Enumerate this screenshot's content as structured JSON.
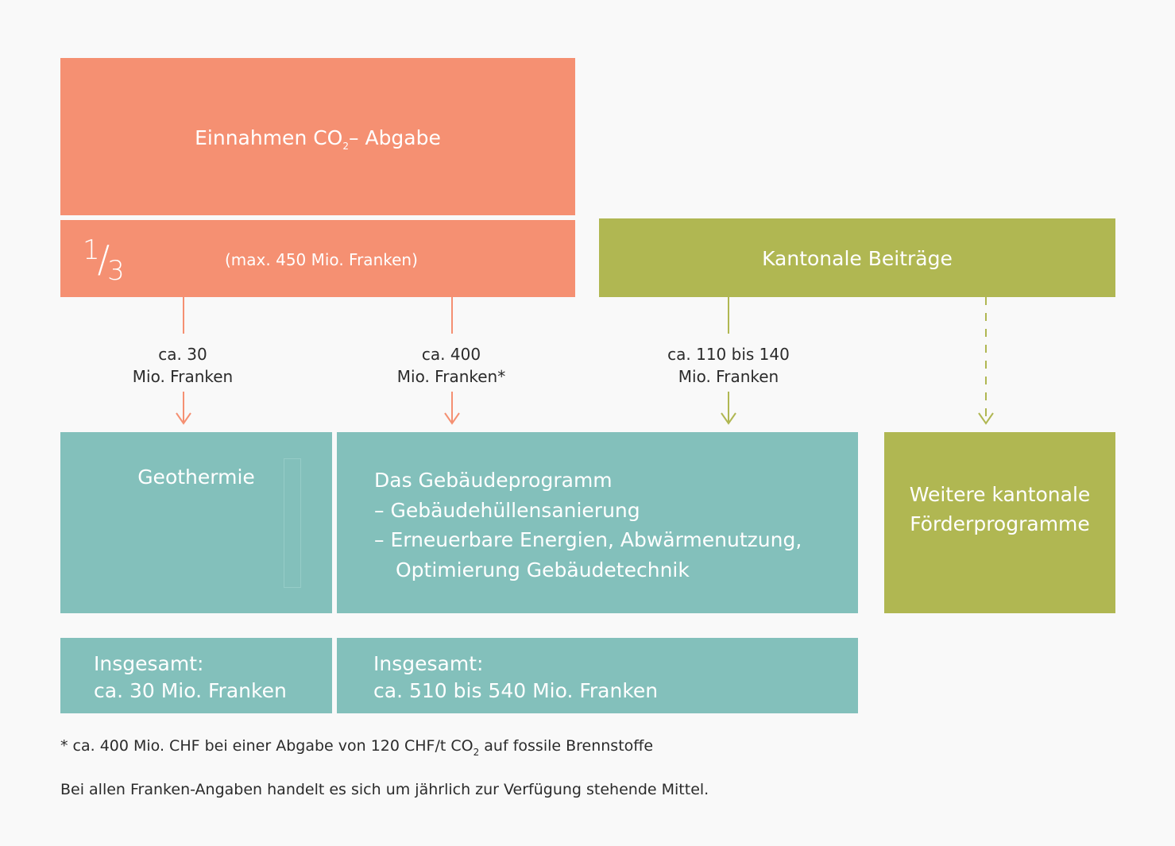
{
  "colors": {
    "salmon": "#f59072",
    "olive": "#b0b752",
    "teal": "#83c0bb",
    "background": "#f9f9f9"
  },
  "co2_box": {
    "title_prefix": "Einnahmen CO",
    "title_sub": "2",
    "title_suffix": "– Abgabe"
  },
  "third_box": {
    "fraction_num": "1",
    "fraction_den": "3",
    "max_text": "(max. 450 Mio. Franken)"
  },
  "kanton_box": {
    "title": "Kantonale Beiträge"
  },
  "flows": {
    "geo": {
      "line1": "ca. 30",
      "line2": "Mio. Franken"
    },
    "gp": {
      "line1": "ca. 400",
      "line2": "Mio. Franken*"
    },
    "kanton": {
      "line1": "ca. 110 bis 140",
      "line2": "Mio. Franken"
    }
  },
  "geo_box": {
    "title": "Geothermie"
  },
  "gp_box": {
    "title": "Das Gebäudeprogramm",
    "item1": "– Gebäudehüllensanierung",
    "item2": "– Erneuerbare Energien, Abwärmenutzung,",
    "item2_cont": "Optimierung Gebäudetechnik"
  },
  "weitere_box": {
    "line1": "Weitere kantonale",
    "line2": "Förderprogramme"
  },
  "totals": {
    "geo": {
      "label": "Insgesamt:",
      "value": "ca. 30 Mio. Franken"
    },
    "gp": {
      "label": "Insgesamt:",
      "value": "ca. 510 bis 540 Mio. Franken"
    }
  },
  "footnotes": {
    "fn1_prefix": "* ca. 400 Mio. CHF bei einer Abgabe von 120 CHF/t CO",
    "fn1_sub": "2",
    "fn1_suffix": " auf fossile Brennstoffe",
    "fn2": "Bei allen Franken-Angaben handelt es sich um jährlich zur Verfügung stehende Mittel."
  }
}
